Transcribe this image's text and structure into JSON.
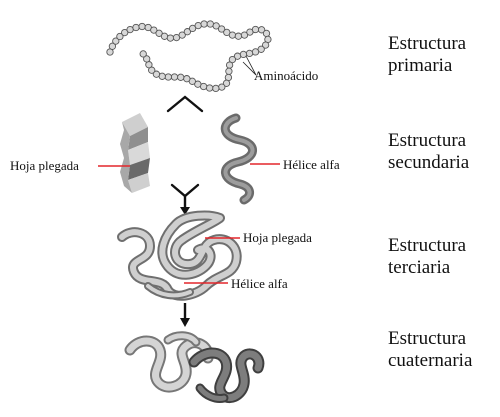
{
  "levels": [
    {
      "line1": "Estructura",
      "line2": "primaria"
    },
    {
      "line1": "Estructura",
      "line2": "secundaria"
    },
    {
      "line1": "Estructura",
      "line2": "terciaria"
    },
    {
      "line1": "Estructura",
      "line2": "cuaternaria"
    }
  ],
  "labels": {
    "aminoacido": "Aminoácido",
    "hoja_plegada_secondary": "Hoja plegada",
    "helice_alfa_secondary": "Hélice alfa",
    "hoja_plegada_tertiary": "Hoja plegada",
    "helice_alfa_tertiary": "Hélice alfa"
  },
  "colors": {
    "label_line": "#e3262b",
    "bead_fill": "#d8d8d8",
    "bead_stroke": "#555555",
    "sheet_light": "#cfcfcf",
    "sheet_mid": "#9a9a9a",
    "sheet_dark": "#555555",
    "helix": "#7a7a7a",
    "coil_light": "#c9c9c9",
    "coil_dark": "#6e6e6e",
    "arrow": "#111111"
  }
}
